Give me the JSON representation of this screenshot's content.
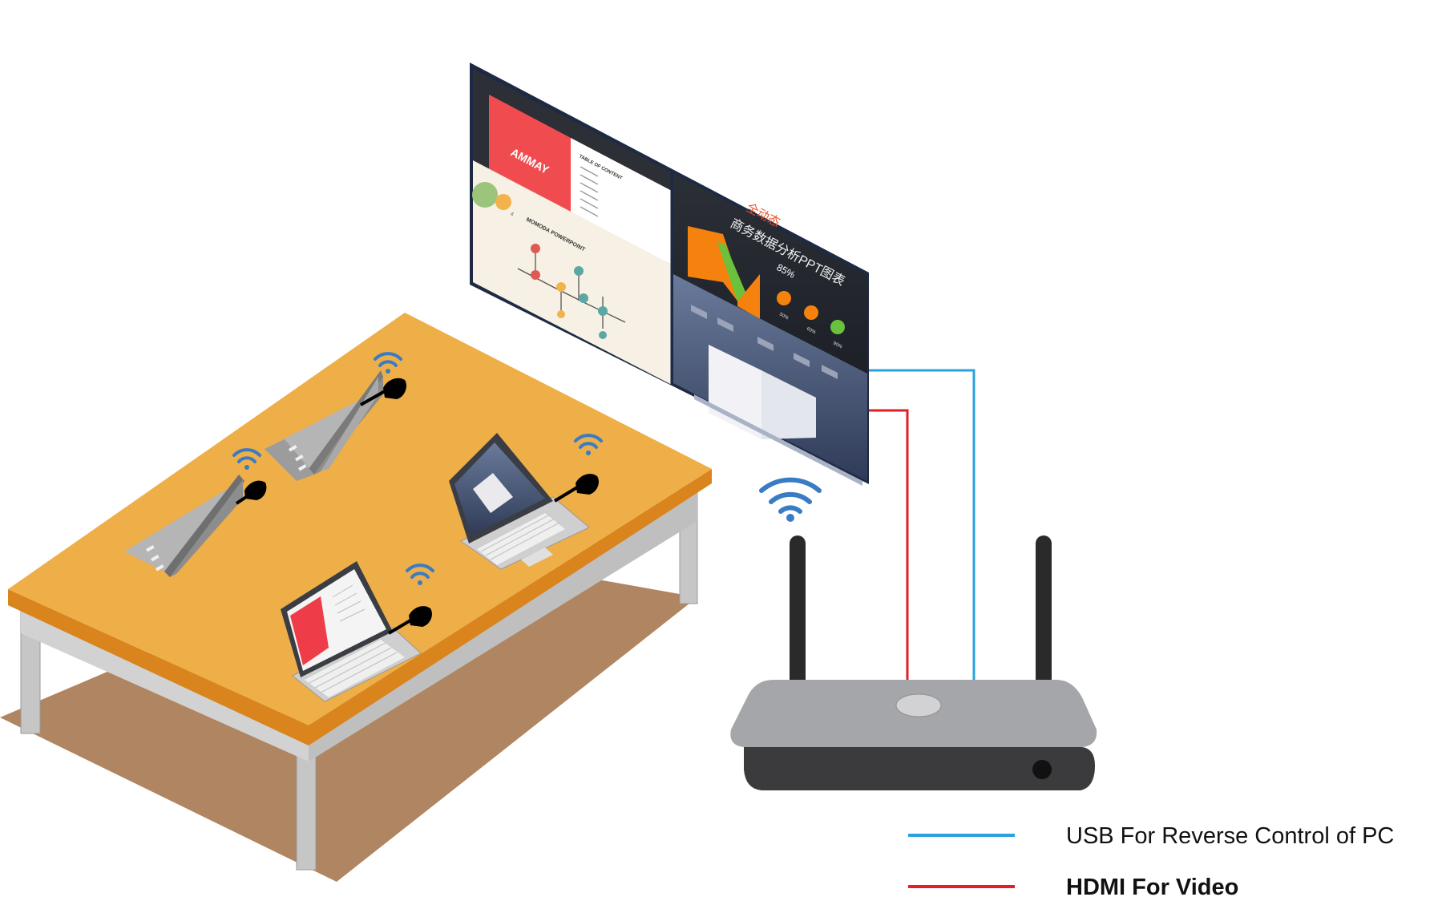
{
  "legend": {
    "items": [
      {
        "label": "USB For Reverse Control of PC",
        "color": "#29a3de",
        "weight": "normal"
      },
      {
        "label": "HDMI For Video",
        "color": "#e01f26",
        "weight": "bold"
      }
    ]
  },
  "screen_content": {
    "slide1_logo": "AMMAY",
    "slide1_heading": "TABLE OF CONTENT",
    "slide2_badge": "4",
    "slide2_title": "MOMODA POWERPOINT",
    "slide3_title_top": "全动态",
    "slide3_title_main": "商务数据分析PPT图表",
    "slide3_big_percent": "85%",
    "slide3_stats": [
      "50%",
      "60%",
      "90%"
    ]
  },
  "colors": {
    "table_top": "#eeae48",
    "table_edge": "#d9841d",
    "table_shadow": "#b08561",
    "table_legs": "#c8c8c8",
    "box_body": "#a5a6a9",
    "box_front": "#3b3b3d",
    "antenna": "#2a2a2a",
    "wifi": "#3a7cc4",
    "usb_line": "#29a3de",
    "hdmi_line": "#e01f26"
  }
}
